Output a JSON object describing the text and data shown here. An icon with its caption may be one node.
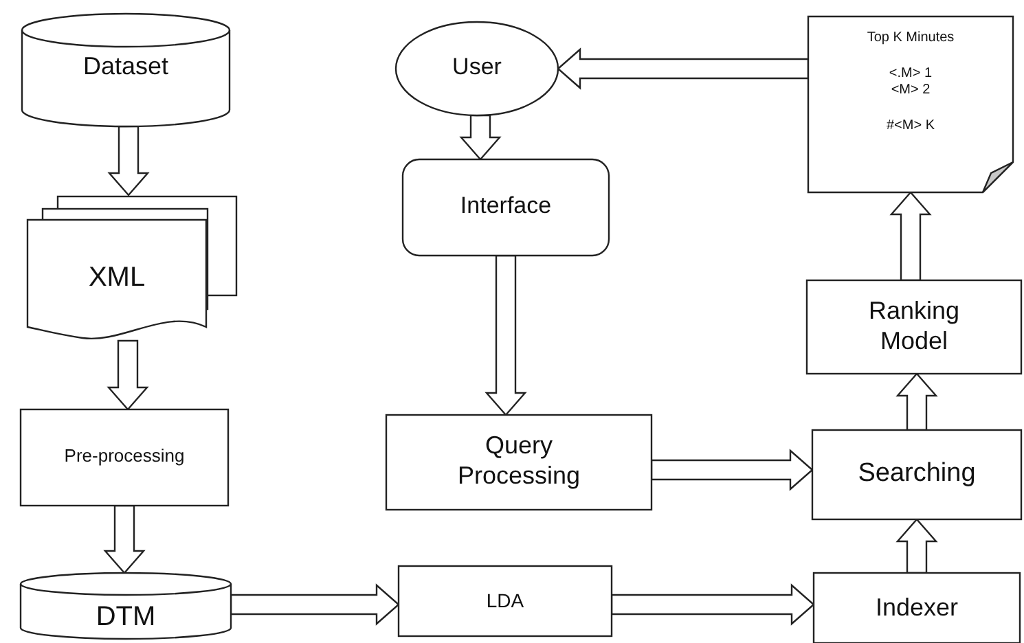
{
  "diagram": {
    "nodes": [
      {
        "text": [
          "Dataset"
        ]
      },
      {
        "text": [
          "XML"
        ]
      },
      {
        "text": [
          "Pre-processing"
        ]
      },
      {
        "text": [
          "DTM"
        ]
      },
      {
        "text": [
          "User"
        ]
      },
      {
        "text": [
          "Interface"
        ]
      },
      {
        "text": [
          "Query Processing"
        ]
      },
      {
        "text": [
          "LDA"
        ]
      },
      {
        "text": [
          "Indexer"
        ]
      },
      {
        "text": [
          "Searching"
        ]
      },
      {
        "text": [
          "Ranking Model"
        ]
      },
      {
        "text": [
          "Top K Minutes",
          "<.M> 1",
          "<M> 2",
          "#<M> K"
        ]
      }
    ],
    "edges": [
      {
        "from": 0,
        "to": 1,
        "arrow": "to"
      },
      {
        "from": 1,
        "to": 2,
        "arrow": "to"
      },
      {
        "from": 2,
        "to": 3,
        "arrow": "to"
      },
      {
        "from": 3,
        "to": 7,
        "arrow": "to"
      },
      {
        "from": 7,
        "to": 8,
        "arrow": "to"
      },
      {
        "from": 8,
        "to": 9,
        "arrow": "to"
      },
      {
        "from": 9,
        "to": 10,
        "arrow": "to"
      },
      {
        "from": 10,
        "to": 11,
        "arrow": "to"
      },
      {
        "from": 11,
        "to": 4,
        "arrow": "to"
      },
      {
        "from": 4,
        "to": 5,
        "arrow": "to"
      },
      {
        "from": 5,
        "to": 6,
        "arrow": "to"
      },
      {
        "from": 6,
        "to": 9,
        "arrow": "to"
      }
    ]
  }
}
